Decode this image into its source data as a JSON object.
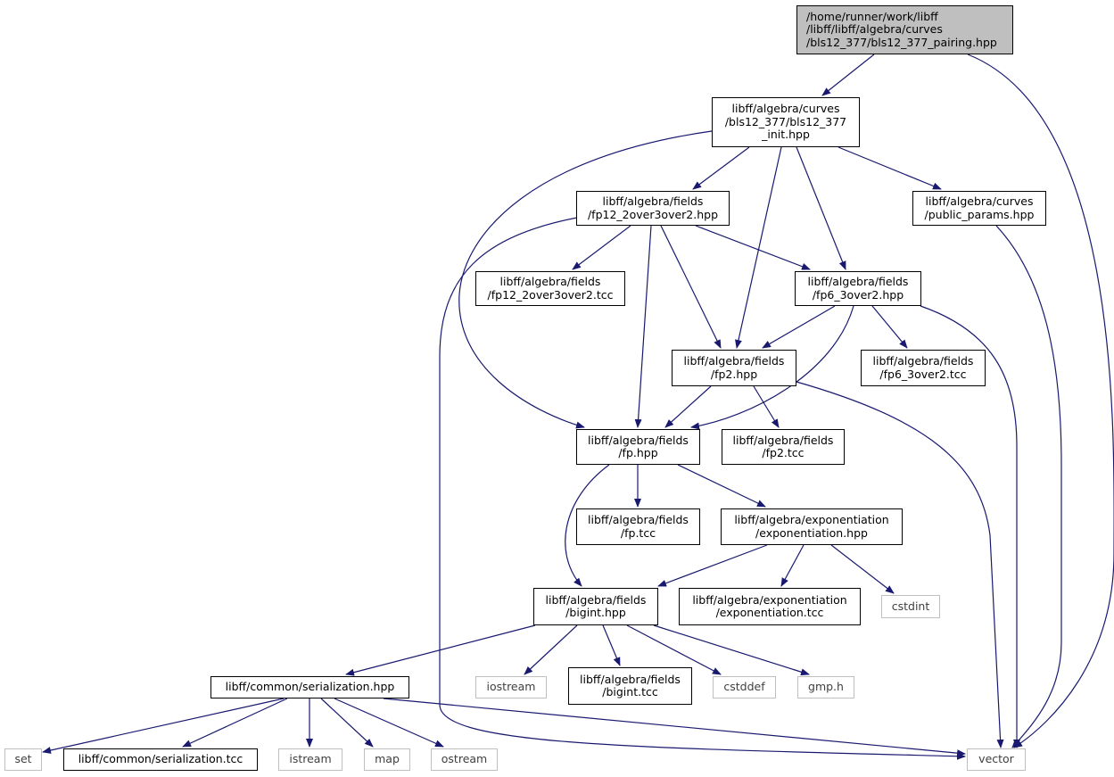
{
  "colors": {
    "edge": "#191970",
    "node_border": "#000000",
    "root_fill": "#bfbfbf",
    "external_border": "#bfbfbf"
  },
  "nodes": {
    "root": "/home/runner/work/libff\n/libff/libff/algebra/curves\n/bls12_377/bls12_377_pairing.hpp",
    "bls_init": "libff/algebra/curves\n/bls12_377/bls12_377\n_init.hpp",
    "fp12_hpp": "libff/algebra/fields\n/fp12_2over3over2.hpp",
    "public_params": "libff/algebra/curves\n/public_params.hpp",
    "fp12_tcc": "libff/algebra/fields\n/fp12_2over3over2.tcc",
    "fp6_hpp": "libff/algebra/fields\n/fp6_3over2.hpp",
    "fp2_hpp": "libff/algebra/fields\n/fp2.hpp",
    "fp6_tcc": "libff/algebra/fields\n/fp6_3over2.tcc",
    "fp_hpp": "libff/algebra/fields\n/fp.hpp",
    "fp2_tcc": "libff/algebra/fields\n/fp2.tcc",
    "fp_tcc": "libff/algebra/fields\n/fp.tcc",
    "exp_hpp": "libff/algebra/exponentiation\n/exponentiation.hpp",
    "bigint_hpp": "libff/algebra/fields\n/bigint.hpp",
    "exp_tcc": "libff/algebra/exponentiation\n/exponentiation.tcc",
    "cstdint": "cstdint",
    "serialization_hpp": "libff/common/serialization.hpp",
    "iostream": "iostream",
    "bigint_tcc": "libff/algebra/fields\n/bigint.tcc",
    "cstddef": "cstddef",
    "gmp": "gmp.h",
    "set": "set",
    "serialization_tcc": "libff/common/serialization.tcc",
    "istream": "istream",
    "map": "map",
    "ostream": "ostream",
    "vector": "vector"
  }
}
